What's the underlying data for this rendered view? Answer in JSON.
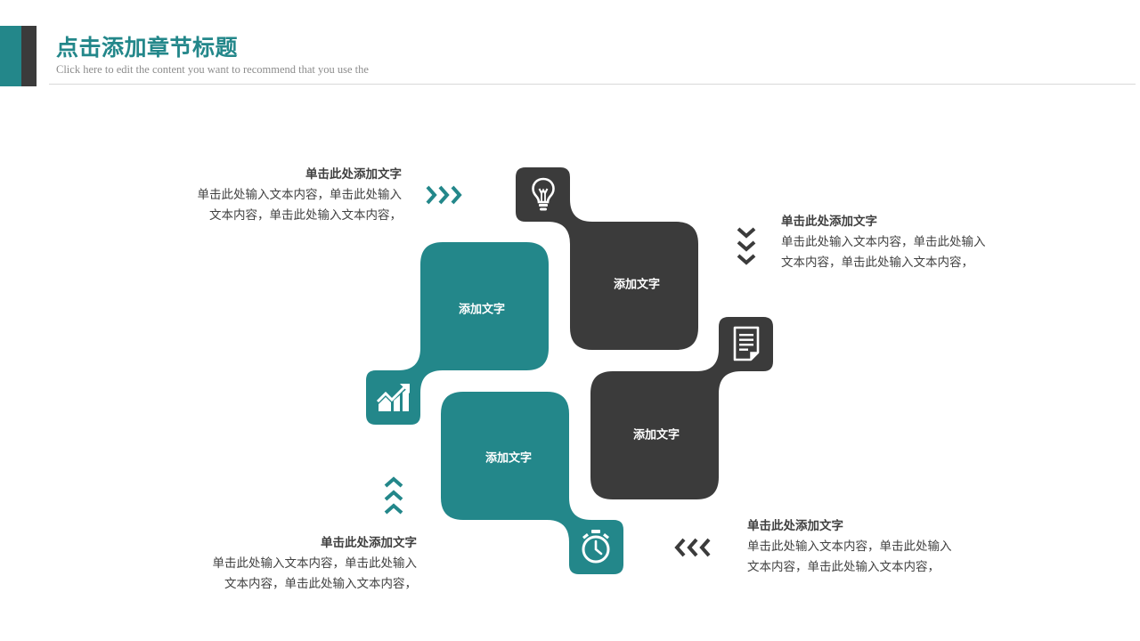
{
  "header": {
    "title": "点击添加章节标题",
    "subtitle": "Click here to edit the content you want to recommend that you use the"
  },
  "boxes": [
    {
      "label": "添加文字",
      "color": "#23878a"
    },
    {
      "label": "添加文字",
      "color": "#3b3b3b"
    },
    {
      "label": "添加文字",
      "color": "#23878a"
    },
    {
      "label": "添加文字",
      "color": "#3b3b3b"
    }
  ],
  "icons": [
    "lightbulb-icon",
    "chart-up-icon",
    "document-icon",
    "stopwatch-icon"
  ],
  "texts": {
    "top_left": {
      "heading": "单击此处添加文字",
      "line1": "单击此处输入文本内容，单击此处输入",
      "line2": "文本内容，单击此处输入文本内容，"
    },
    "top_right": {
      "heading": "单击此处添加文字",
      "line1": "单击此处输入文本内容，单击此处输入",
      "line2": "文本内容，单击此处输入文本内容，"
    },
    "bottom_left": {
      "heading": "单击此处添加文字",
      "line1": "单击此处输入文本内容，单击此处输入",
      "line2": "文本内容，单击此处输入文本内容，"
    },
    "bottom_right": {
      "heading": "单击此处添加文字",
      "line1": "单击此处输入文本内容，单击此处输入",
      "line2": "文本内容，单击此处输入文本内容，"
    }
  },
  "colors": {
    "teal": "#23878a",
    "dark": "#3b3b3b"
  }
}
